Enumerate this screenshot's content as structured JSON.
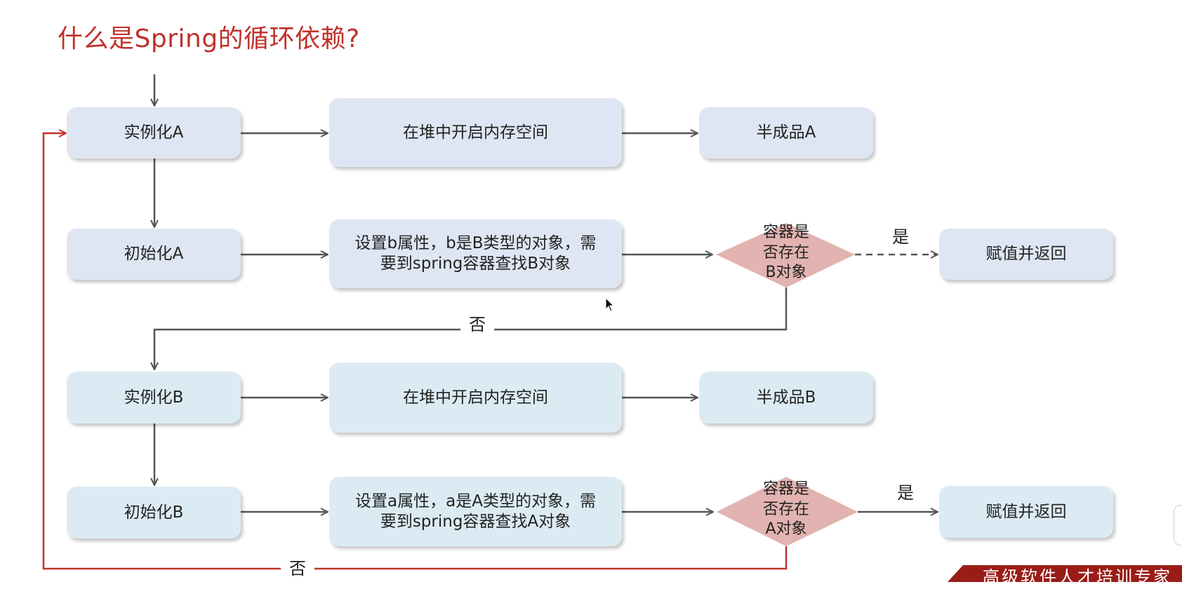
{
  "title": "什么是Spring的循环依赖?",
  "nodes": {
    "instantiate_a": "实例化A",
    "heap_alloc_1": "在堆中开启内存空间",
    "half_a": "半成品A",
    "init_a": "初始化A",
    "set_b_line1": "设置b属性，b是B类型的对象，需",
    "set_b_line2": "要到spring容器查找B对象",
    "check_b_line1": "容器是",
    "check_b_line2": "否存在",
    "check_b_line3": "B对象",
    "assign_return_1": "赋值并返回",
    "instantiate_b": "实例化B",
    "heap_alloc_2": "在堆中开启内存空间",
    "half_b": "半成品B",
    "init_b": "初始化B",
    "set_a_line1": "设置a属性，a是A类型的对象，需",
    "set_a_line2": "要到spring容器查找A对象",
    "check_a_line1": "容器是",
    "check_a_line2": "否存在",
    "check_a_line3": "A对象",
    "assign_return_2": "赋值并返回"
  },
  "edge_labels": {
    "yes_1": "是",
    "no_1": "否",
    "yes_2": "是",
    "no_2": "否"
  },
  "footer": {
    "text": "高级软件人才培训专家"
  },
  "colors": {
    "title": "#c0312b",
    "box_blue": "#dfe6f3",
    "box_cyan": "#dcebf3",
    "diamond": "#e2b3b0",
    "arrow": "#555555",
    "loop_line": "#c0312b",
    "footer_band": "#9a1c17"
  },
  "icons": [
    "mouse-cursor-icon"
  ]
}
